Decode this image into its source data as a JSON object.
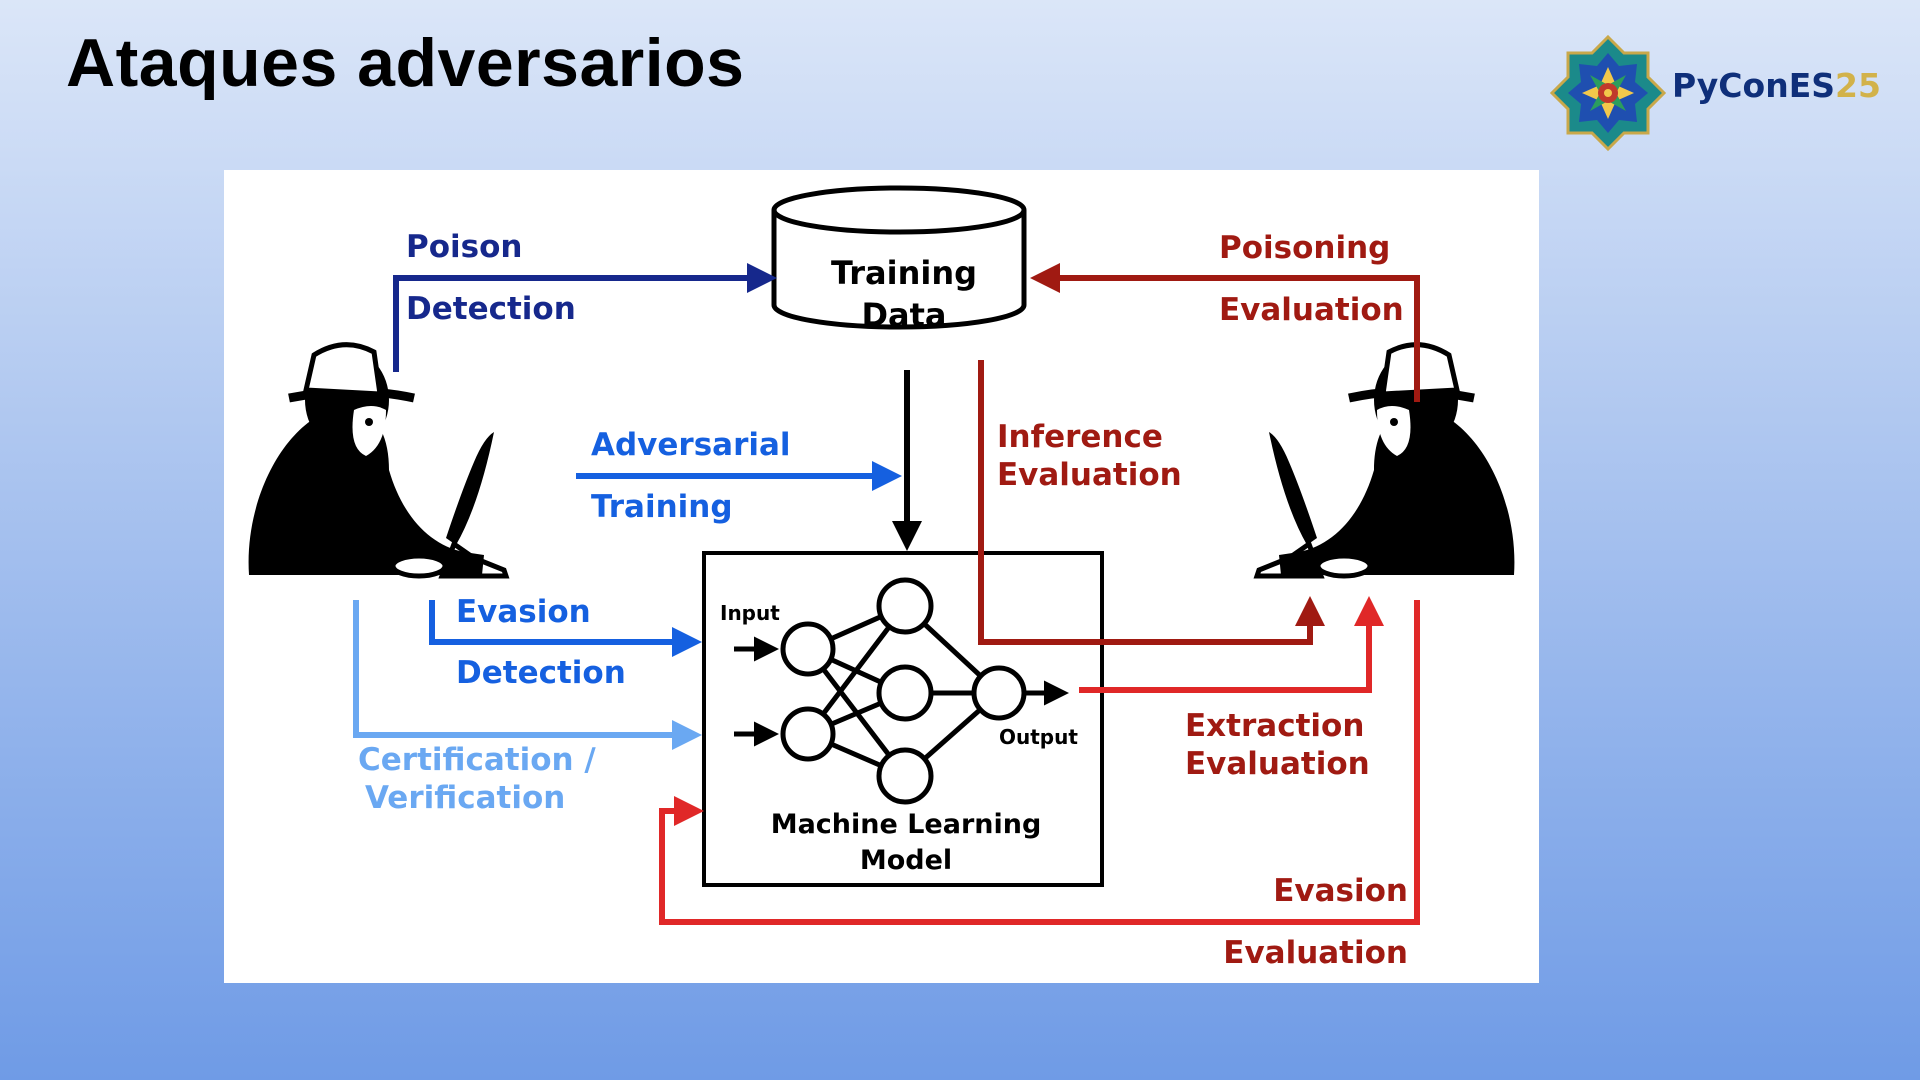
{
  "slide": {
    "title": "Ataques adversarios"
  },
  "logo": {
    "name": "PyConES",
    "number": "25",
    "icon": "pycones-star-icon"
  },
  "diagram": {
    "training_data": {
      "line1": "Training",
      "line2": "Data"
    },
    "model": {
      "line1": "Machine Learning",
      "line2": "Model",
      "input_label": "Input",
      "output_label": "Output"
    },
    "defense_labels": {
      "poison_detection": {
        "line1": "Poison",
        "line2": "Detection"
      },
      "adversarial_training": {
        "line1": "Adversarial",
        "line2": "Training"
      },
      "evasion_detection": {
        "line1": "Evasion",
        "line2": "Detection"
      },
      "certification": {
        "line1": "Certification /",
        "line2": "Verification"
      }
    },
    "attack_labels": {
      "poisoning_evaluation": {
        "line1": "Poisoning",
        "line2": "Evaluation"
      },
      "inference_evaluation": {
        "line1": "Inference",
        "line2": "Evaluation"
      },
      "extraction_evaluation": {
        "line1": "Extraction",
        "line2": "Evaluation"
      },
      "evasion_evaluation": {
        "line1": "Evasion",
        "line2": "Evaluation"
      }
    },
    "colors": {
      "defender_dark": "#16288c",
      "defender": "#1560e0",
      "defender_light": "#6aa8f2",
      "attacker_dark": "#a01a12",
      "attacker": "#e02828",
      "neutral": "#000000"
    },
    "icons": [
      "defender-hacker-icon",
      "defender-monitor-icon",
      "attacker-hacker-icon",
      "attacker-monitor-icon",
      "database-cylinder-icon",
      "neural-network-icon"
    ]
  }
}
